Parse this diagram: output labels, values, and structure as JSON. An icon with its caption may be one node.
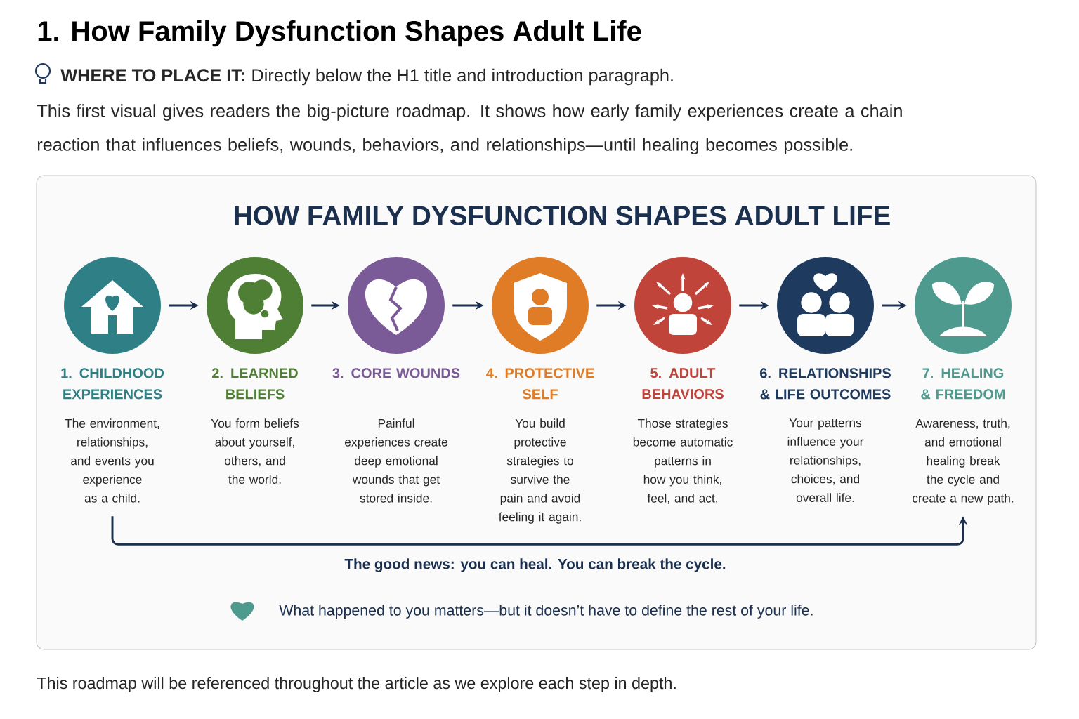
{
  "diagram": {
    "title": "1. How Family Dysfunction Shapes Adult Life",
    "labels": [
      "**WHERE TO PLACE IT:** Directly below the H1 title and introduction paragraph.",
      "This first visual gives readers the big-picture roadmap. It shows how early family experiences create a chain reaction that influences beliefs, wounds, behaviors, and relationships—until healing becomes possible.",
      "This roadmap will be referenced throughout the article as we explore each step in depth."
    ],
    "nodes": [
      {
        "text": [
          "HOW FAMILY DYSFUNCTION SHAPES ADULT LIFE",
          "The good news: you can heal. You can break the cycle."
        ]
      },
      {
        "text": [
          "1. CHILDHOOD EXPERIENCES",
          "The environment, relationships, and events you experience as a child."
        ],
        "in": 0
      },
      {
        "text": [
          "2. LEARNED BELIEFS",
          "You form beliefs about yourself, others, and the world."
        ],
        "in": 0
      },
      {
        "text": [
          "3. CORE WOUNDS",
          "Painful experiences create deep emotional wounds that get stored inside."
        ],
        "in": 0
      },
      {
        "text": [
          "4. PROTECTIVE SELF",
          "You build protective strategies to survive the pain and avoid feeling it again."
        ],
        "in": 0
      },
      {
        "text": [
          "5. ADULT BEHAVIORS",
          "Those strategies become automatic patterns in how you think, feel, and act."
        ],
        "in": 0
      },
      {
        "text": [
          "6. RELATIONSHIPS & LIFE OUTCOMES",
          "Your patterns influence your relationships, choices, and overall life."
        ],
        "in": 0
      },
      {
        "text": [
          "7. HEALING & FREEDOM",
          "Awareness, truth, and emotional healing break the cycle and create a new path."
        ],
        "in": 0
      },
      {
        "text": [
          "What happened to you matters—but it doesn’t have to define the rest of your life."
        ],
        "in": 0
      }
    ],
    "edges": [
      {
        "from": 1,
        "to": 2,
        "arrow": "to"
      },
      {
        "from": 2,
        "to": 3,
        "arrow": "to"
      },
      {
        "from": 3,
        "to": 4,
        "arrow": "to"
      },
      {
        "from": 4,
        "to": 5,
        "arrow": "to"
      },
      {
        "from": 5,
        "to": 6,
        "arrow": "to"
      },
      {
        "from": 6,
        "to": 7,
        "arrow": "to"
      },
      {
        "from": 1,
        "to": 7,
        "arrow": "to"
      }
    ]
  }
}
